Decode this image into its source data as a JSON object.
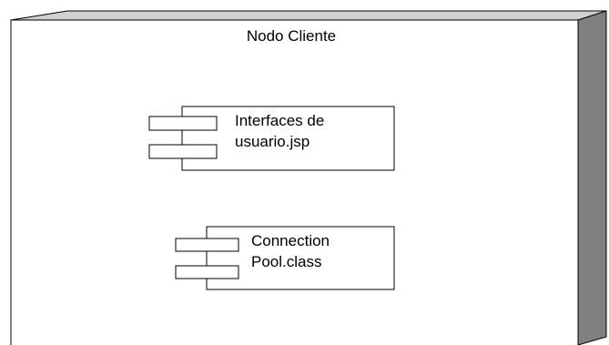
{
  "node": {
    "title": "Nodo Cliente"
  },
  "components": [
    {
      "line1": "Interfaces de",
      "line2": "usuario.jsp"
    },
    {
      "line1": "Connection",
      "line2": "Pool.class"
    }
  ]
}
